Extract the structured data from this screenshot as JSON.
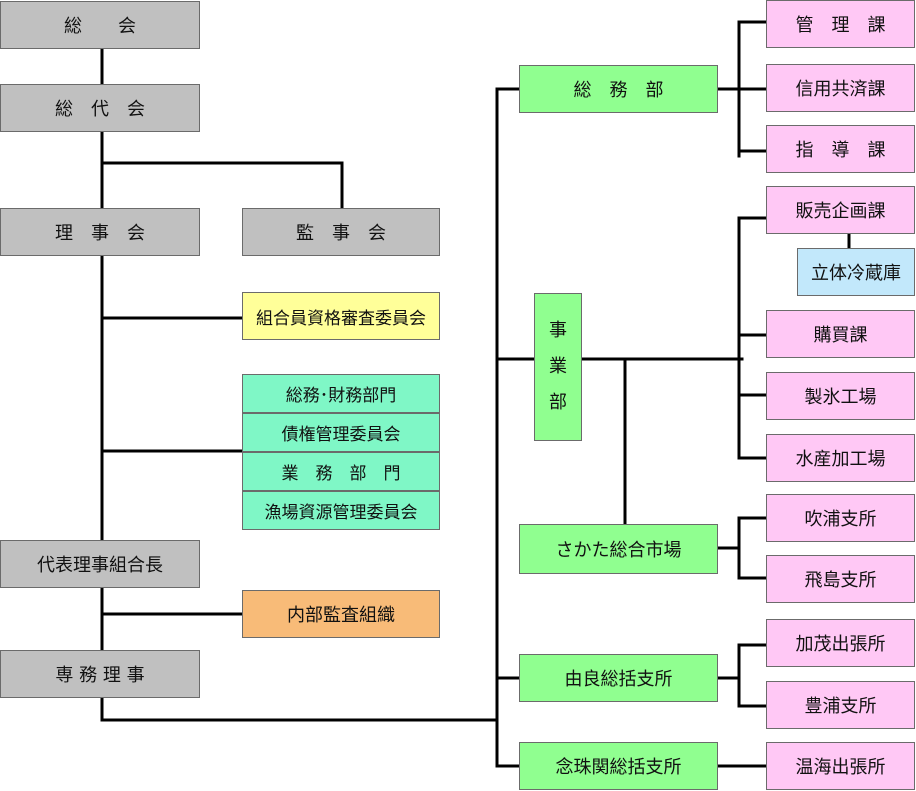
{
  "left": {
    "soukai": "総　　会",
    "soudaikai": "総　代　会",
    "rijikai": "理　事　会",
    "kanjikai": "監　事　会",
    "shikaku": "組合員資格審査委員会",
    "committees": [
      "総務･財務部門",
      "債権管理委員会",
      "業　務　部　門",
      "漁場資源管理委員会"
    ],
    "daihyo": "代表理事組合長",
    "naibu": "内部監査組織",
    "senmu": "専 務 理 事"
  },
  "middle": {
    "soumubu": "総　務　部",
    "jigyoubu": [
      "事",
      "業",
      "部"
    ],
    "sakata": "さかた総合市場",
    "yura": "由良総括支所",
    "nezugaseki": "念珠関総括支所"
  },
  "right": {
    "kanri": "管　理　課",
    "shinyou": "信用共済課",
    "shidou": "指　導　課",
    "hanbai": "販売企画課",
    "reizou": "立体冷蔵庫",
    "koubai": "購買課",
    "seihyou": "製氷工場",
    "suisan": "水産加工場",
    "fukura": "吹浦支所",
    "tobishima": "飛島支所",
    "kamo": "加茂出張所",
    "houra": "豊浦支所",
    "atsumi": "温海出張所"
  },
  "colors": {
    "gray": "#c0c0c0",
    "yellow": "#ffff99",
    "teal": "#7ff7c6",
    "orange": "#f8bb78",
    "green": "#90ff90",
    "pink": "#ffc8f5",
    "blue": "#c2e8fb",
    "line": "#000000"
  }
}
